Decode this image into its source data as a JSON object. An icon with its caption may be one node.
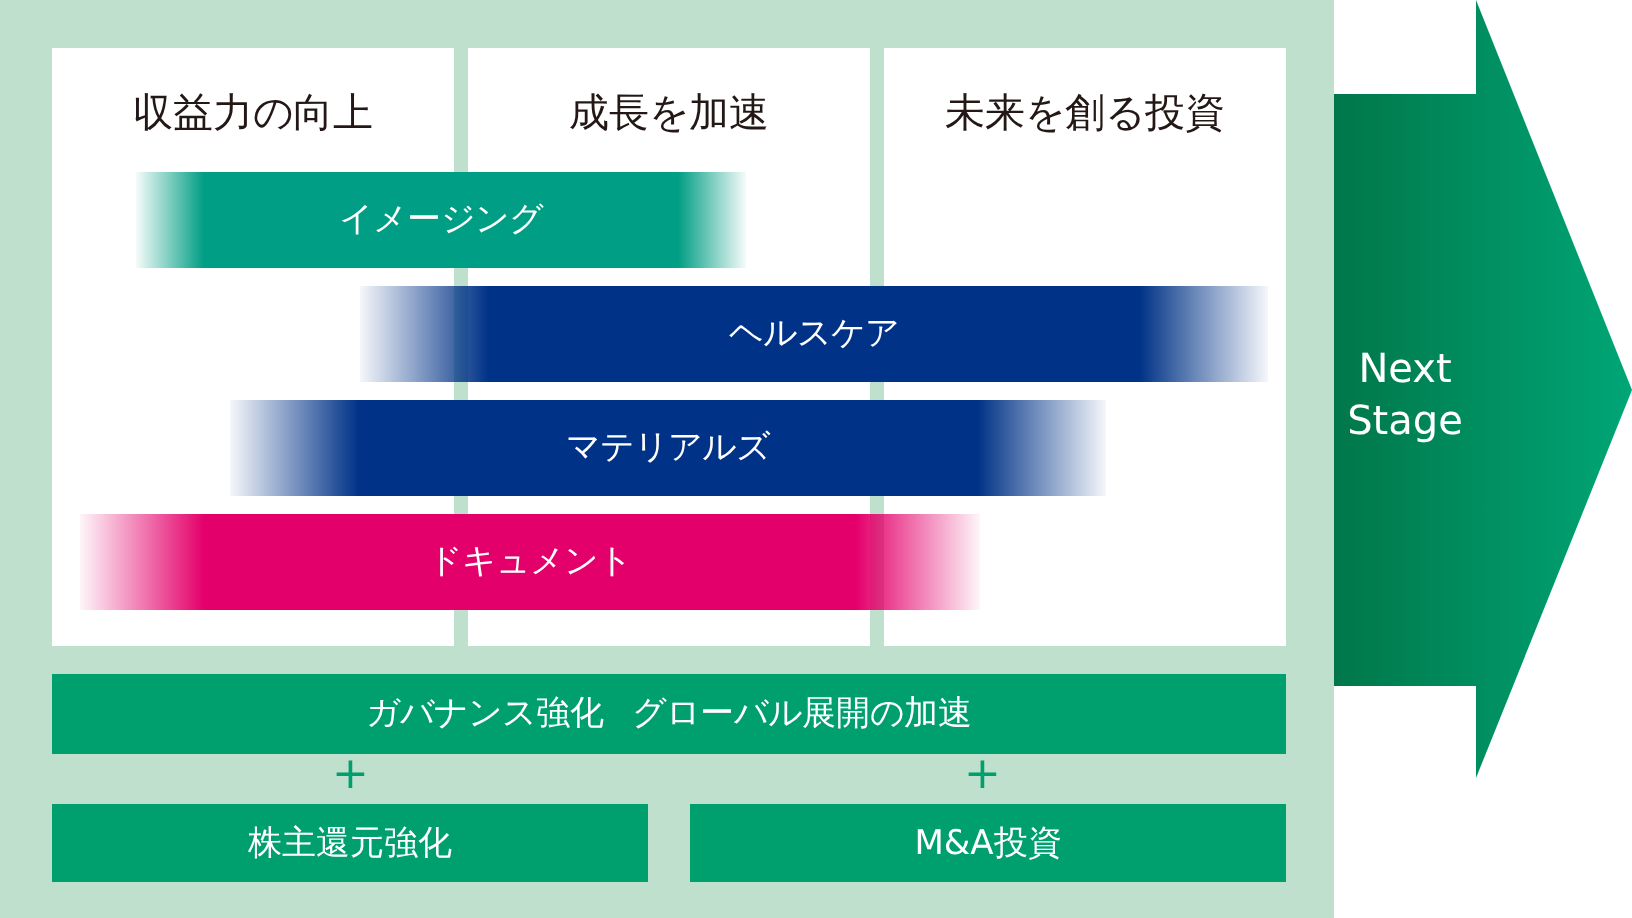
{
  "diagram": {
    "nodes": [
      {
        "text": [
          "収益力の向上"
        ]
      },
      {
        "text": [
          "成長を加速"
        ]
      },
      {
        "text": [
          "未来を創る投資"
        ]
      },
      {
        "text": [
          "イメージング"
        ]
      },
      {
        "text": [
          "ヘルスケア"
        ]
      },
      {
        "text": [
          "マテリアルズ"
        ]
      },
      {
        "text": [
          "ドキュメント"
        ]
      },
      {
        "text": [
          "ガバナンス強化",
          "グローバル展開の加速"
        ]
      },
      {
        "text": [
          "株主還元強化"
        ]
      },
      {
        "text": [
          "M&A投資"
        ]
      },
      {
        "text": [
          "Next Stage"
        ]
      }
    ],
    "labels": [
      "+",
      "+"
    ]
  }
}
